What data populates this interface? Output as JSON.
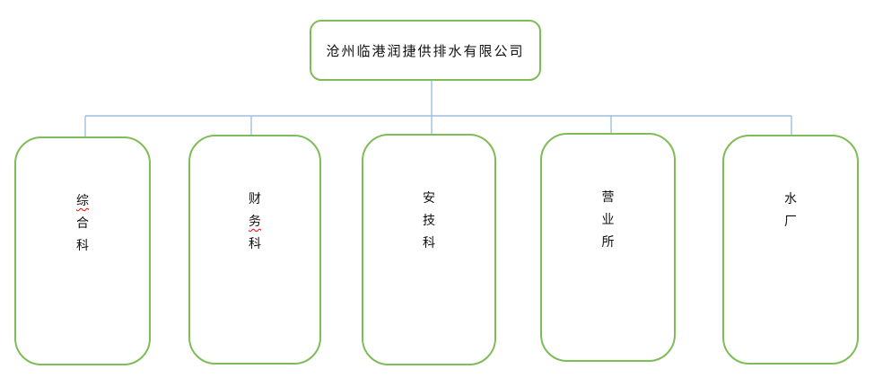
{
  "page": {
    "background_color": "#ffffff"
  },
  "colors": {
    "box_border_green": "#7ebc58",
    "connector_blue": "#9cbfe0",
    "label_text": "#111111",
    "spellcheck_underline_red": "#ff0000"
  },
  "org": {
    "root": {
      "label": "沧州临港润捷供排水有限公司"
    },
    "departments": [
      {
        "label": "综合科",
        "misspelled_char_indexes": [
          0
        ]
      },
      {
        "label": "财务科",
        "misspelled_char_indexes": [
          1
        ]
      },
      {
        "label": "安技科",
        "misspelled_char_indexes": []
      },
      {
        "label": "营业所",
        "misspelled_char_indexes": []
      },
      {
        "label": "水厂",
        "misspelled_char_indexes": []
      }
    ]
  }
}
